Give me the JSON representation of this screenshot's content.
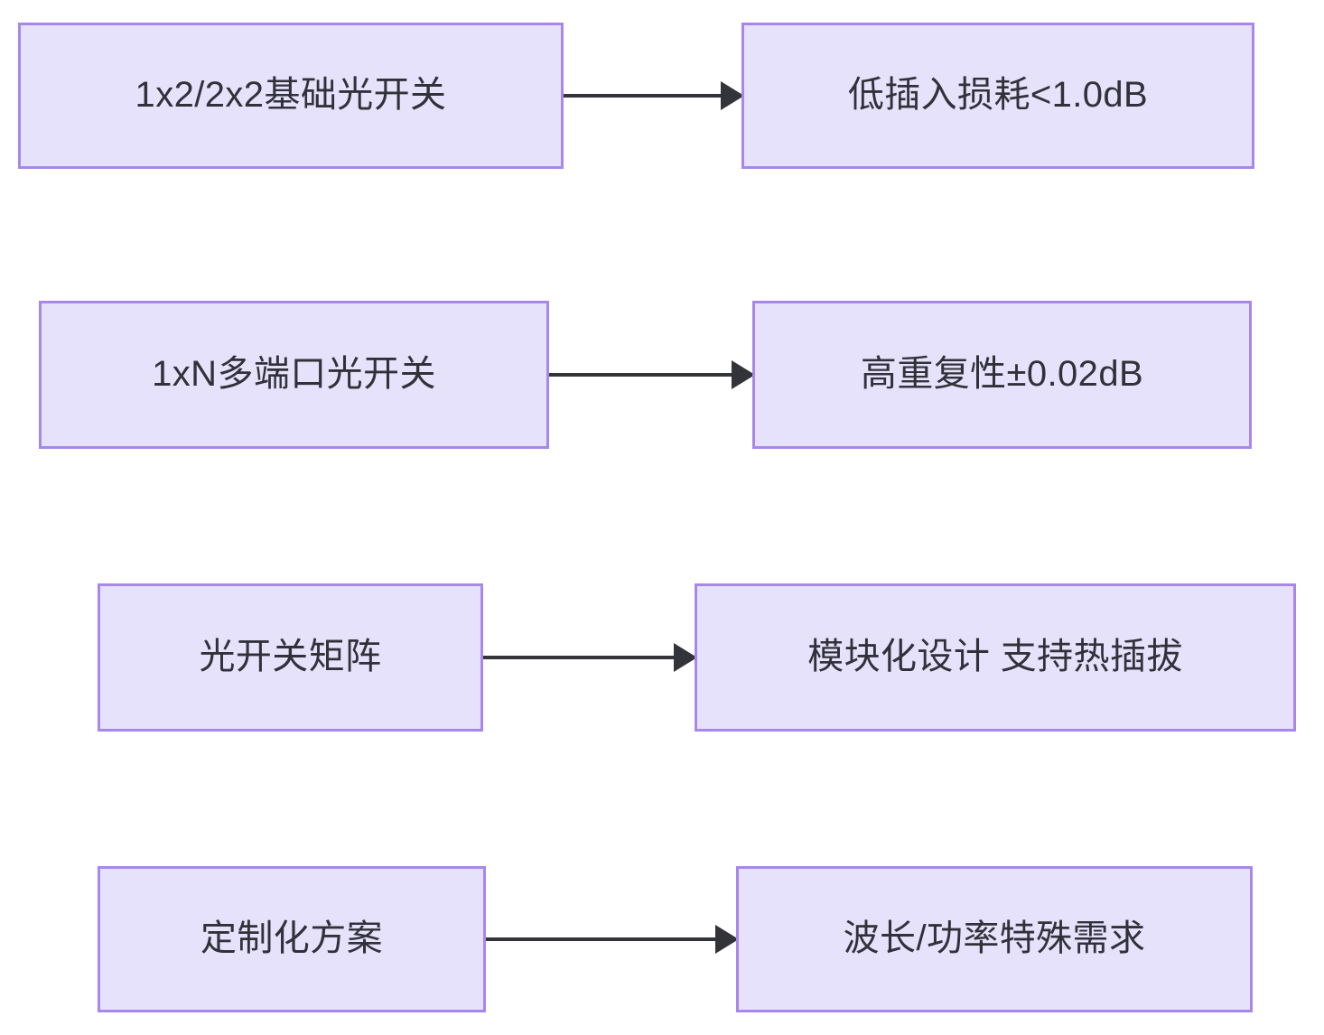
{
  "diagram": {
    "type": "flowchart",
    "direction": "left-to-right",
    "background_color": "#ffffff",
    "node_fill_color": "#e6e2fb",
    "node_border_color": "#a887ec",
    "node_text_color": "#31313a",
    "edge_color": "#33333a",
    "rows": [
      {
        "source": {
          "label": "1x2/2x2基础光开关"
        },
        "target": {
          "label": "低插入损耗<1.0dB"
        },
        "arrow": {
          "label": ""
        }
      },
      {
        "source": {
          "label": "1xN多端口光开关"
        },
        "target": {
          "label": "高重复性±0.02dB"
        },
        "arrow": {
          "label": ""
        }
      },
      {
        "source": {
          "label": "光开关矩阵"
        },
        "target": {
          "label": "模块化设计 支持热插拔"
        },
        "arrow": {
          "label": ""
        }
      },
      {
        "source": {
          "label": "定制化方案"
        },
        "target": {
          "label": "波长/功率特殊需求"
        },
        "arrow": {
          "label": ""
        }
      }
    ]
  }
}
